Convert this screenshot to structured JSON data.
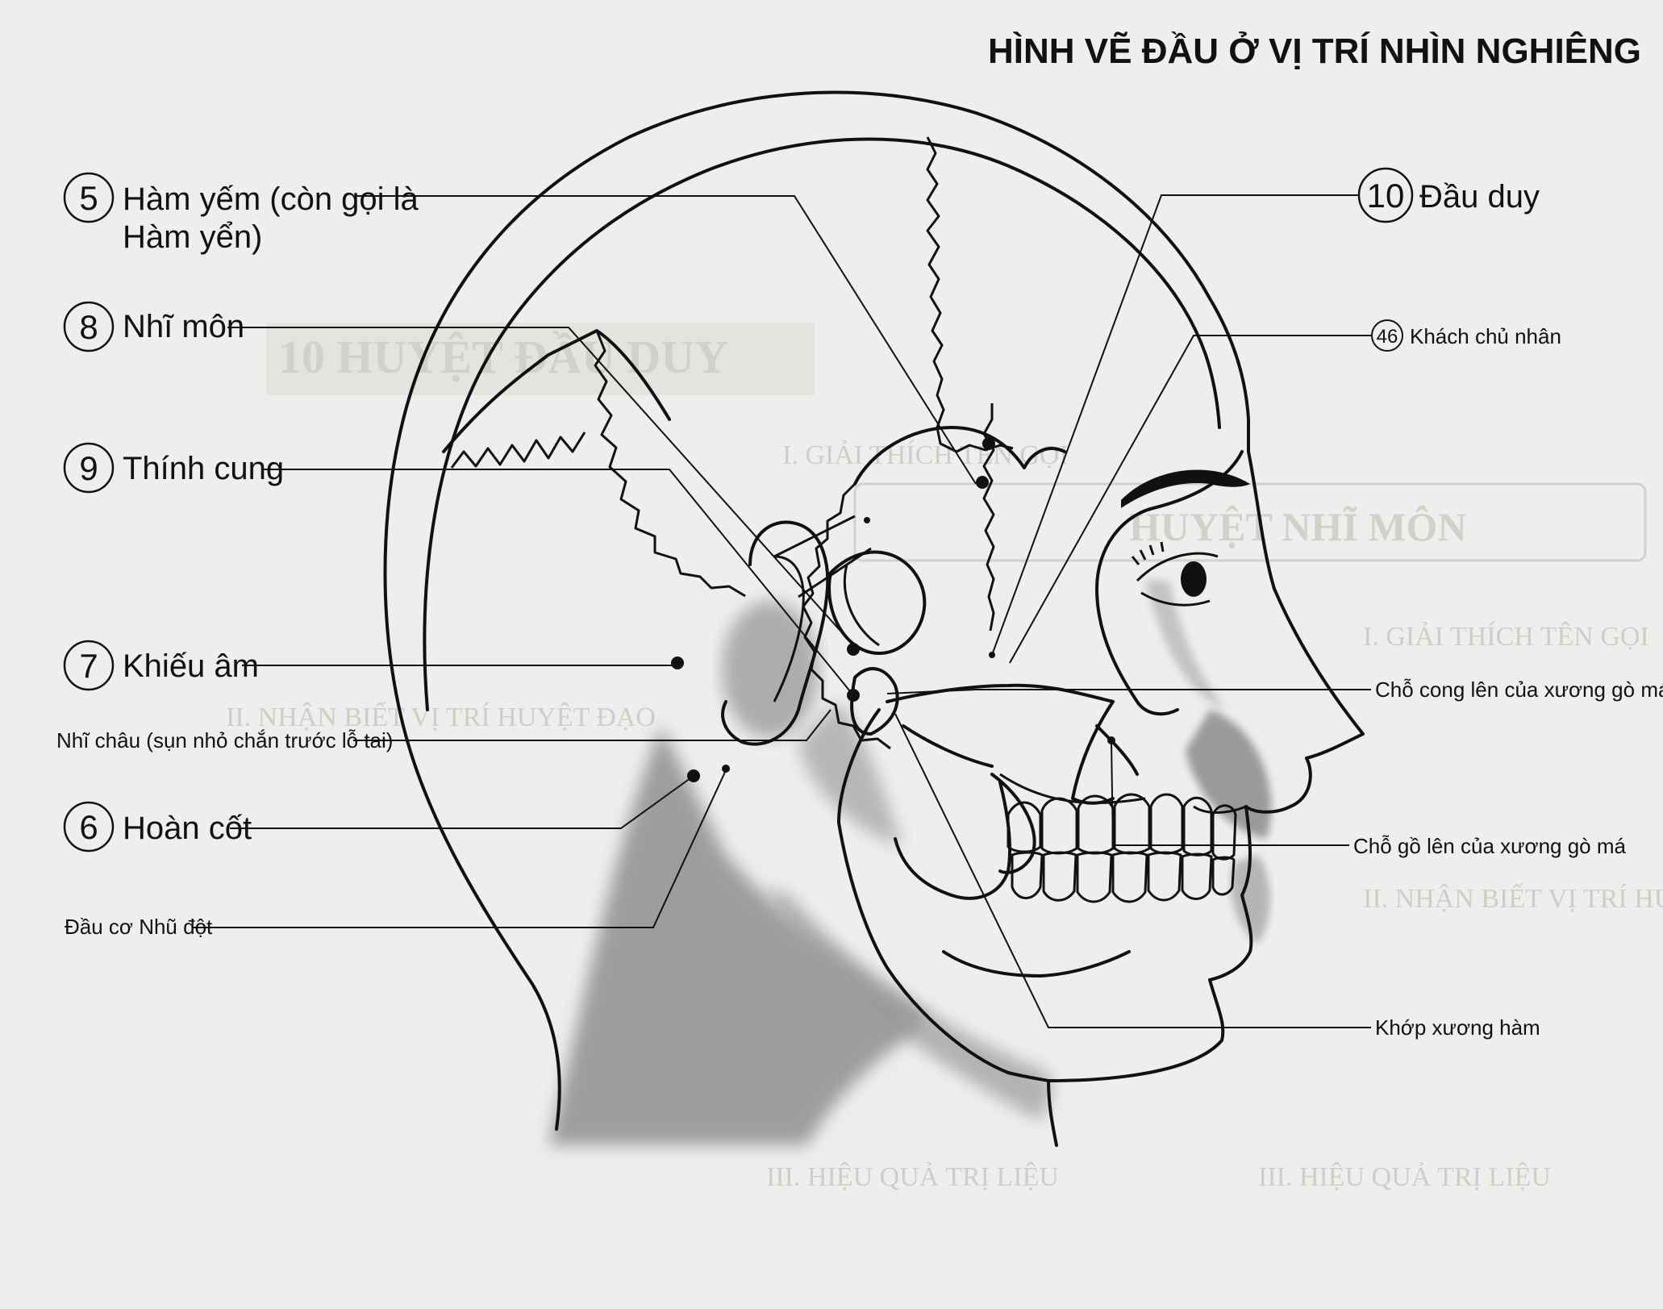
{
  "title": "HÌNH VẼ ĐẦU Ở VỊ TRÍ NHÌN NGHIÊNG",
  "labels": {
    "ham_yem": {
      "number": "5",
      "text_line1": "Hàm yếm (còn gọi là",
      "text_line2": "Hàm yển)"
    },
    "nhi_mon": {
      "number": "8",
      "text": "Nhĩ môn"
    },
    "thinh_cung": {
      "number": "9",
      "text": "Thính cung"
    },
    "khieu_am": {
      "number": "7",
      "text": "Khiếu âm"
    },
    "nhi_chau": {
      "text": "Nhĩ châu (sụn nhỏ chắn trước lỗ tai)"
    },
    "hoan_cot": {
      "number": "6",
      "text": "Hoàn cốt"
    },
    "dau_co_nhu_dot": {
      "text": "Đầu cơ Nhũ đột"
    },
    "dau_duy": {
      "number": "10",
      "text": "Đầu duy"
    },
    "khach_chu_nhan": {
      "number": "46",
      "text": "Khách chủ nhân"
    },
    "cho_cong_len": {
      "text": "Chỗ cong lên của xương gò má"
    },
    "cho_go_len": {
      "text": "Chỗ gồ lên của xương gò má"
    },
    "khop_xuong_ham": {
      "text": "Khớp xương hàm"
    }
  },
  "background_text": {
    "left_heading": "10 HUYỆT ĐẦU DUY",
    "left_section_1": "I. GIẢI THÍCH TÊN GỌI",
    "left_section_2": "II. NHẬN BIẾT VỊ TRÍ HUYỆT ĐẠO",
    "left_section_3": "III. HIỆU QUẢ TRỊ LIỆU",
    "right_heading": "HUYỆT NHĨ MÔN",
    "right_section_1": "I. GIẢI THÍCH TÊN GỌI",
    "right_section_2": "II. NHẬN BIẾT VỊ TRÍ HUYỆT ĐẠO",
    "right_section_3": "III. HIỆU QUẢ TRỊ LIỆU"
  },
  "colors": {
    "page_background": "#efeeec",
    "ink": "#111111",
    "faded_background_text": "#cfcdca",
    "shading": "#8f8f8f"
  }
}
